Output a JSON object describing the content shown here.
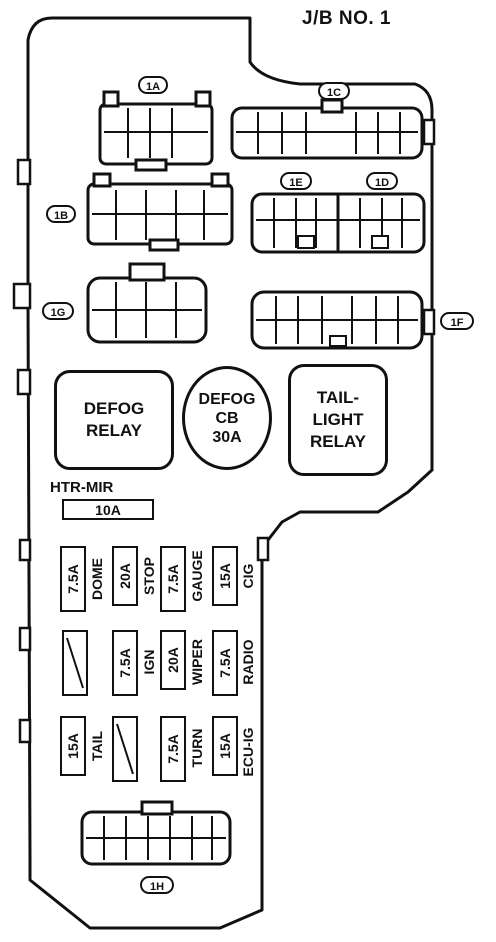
{
  "title": "J/B NO. 1",
  "connectors": {
    "c1a": "1A",
    "c1b": "1B",
    "c1c": "1C",
    "c1d": "1D",
    "c1e": "1E",
    "c1f": "1F",
    "c1g": "1G",
    "c1h": "1H"
  },
  "relays": {
    "defog_relay": [
      "DEFOG",
      "RELAY"
    ],
    "defog_cb": [
      "DEFOG",
      "CB",
      "30A"
    ],
    "taillight_relay": [
      "TAIL-",
      "LIGHT",
      "RELAY"
    ]
  },
  "htr_mir": {
    "label": "HTR-MIR",
    "amp": "10A"
  },
  "fuses": {
    "dome": {
      "amp": "7.5A",
      "name": "DOME"
    },
    "stop": {
      "amp": "20A",
      "name": "STOP"
    },
    "gauge": {
      "amp": "7.5A",
      "name": "GAUGE"
    },
    "cig": {
      "amp": "15A",
      "name": "CIG"
    },
    "ign": {
      "amp": "7.5A",
      "name": "IGN"
    },
    "wiper": {
      "amp": "20A",
      "name": "WIPER"
    },
    "radio": {
      "amp": "7.5A",
      "name": "RADIO"
    },
    "tail": {
      "amp": "15A",
      "name": "TAIL"
    },
    "turn": {
      "amp": "7.5A",
      "name": "TURN"
    },
    "ecu_ig": {
      "amp": "15A",
      "name": "ECU-IG"
    }
  }
}
